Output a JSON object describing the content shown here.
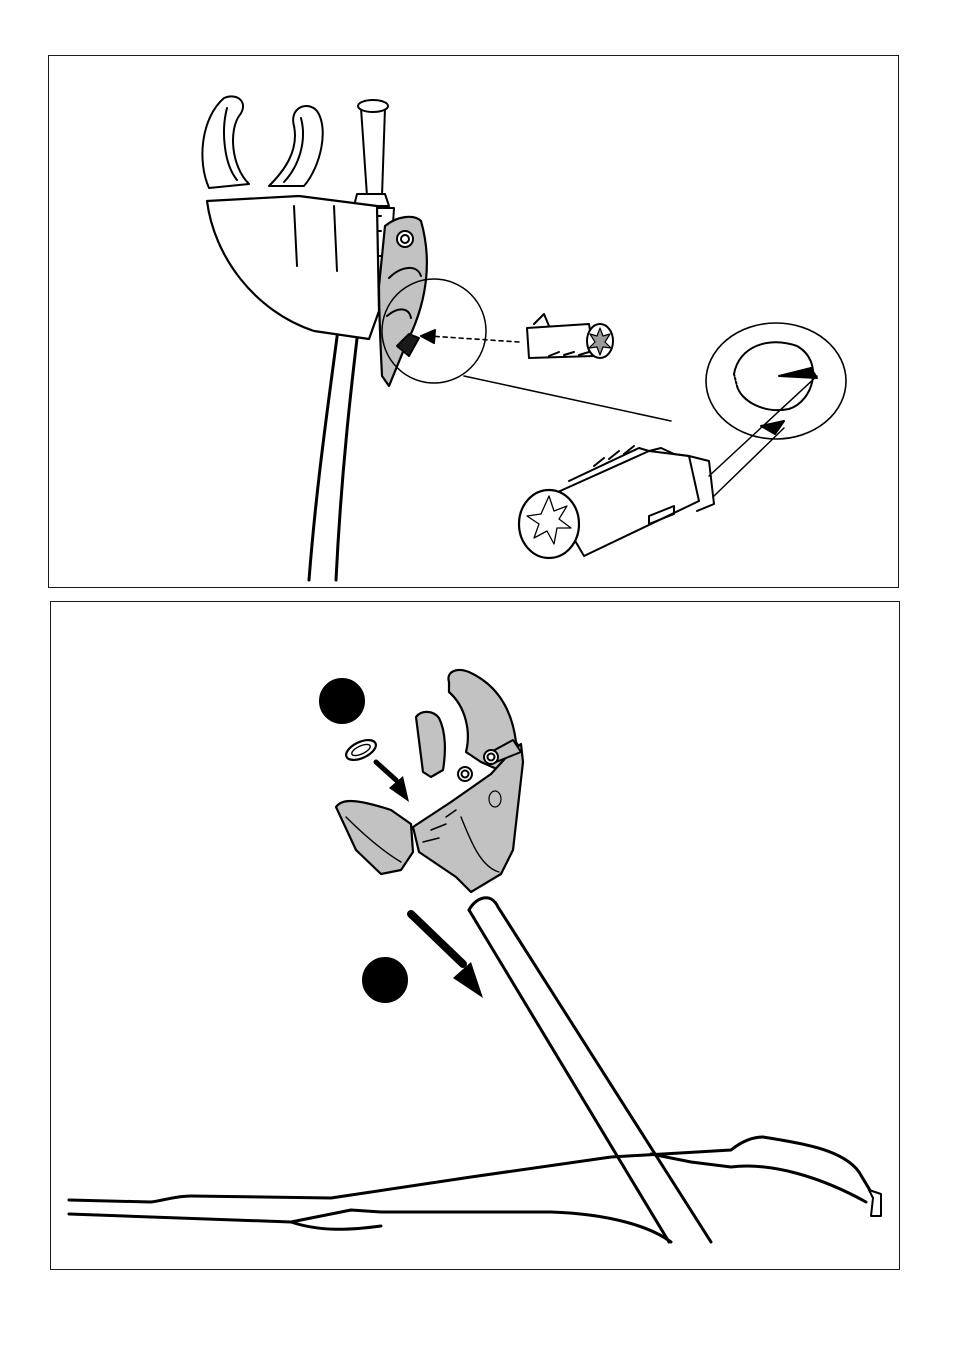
{
  "figures": [
    {
      "name": "lock-cylinder-insertion",
      "callouts": []
    },
    {
      "name": "holder-mounting-on-frame",
      "callouts": [
        {
          "marker": "step-1",
          "label": ""
        },
        {
          "marker": "step-2",
          "label": ""
        }
      ]
    }
  ],
  "colors": {
    "line": "#000000",
    "part_fill": "#c2c2c2",
    "part_fill_dark": "#9a9a9a",
    "background": "#ffffff",
    "marker": "#000000"
  },
  "icons": [
    "burst-icon",
    "arrow-icon",
    "dashed-arrow-icon",
    "step-marker-icon"
  ]
}
